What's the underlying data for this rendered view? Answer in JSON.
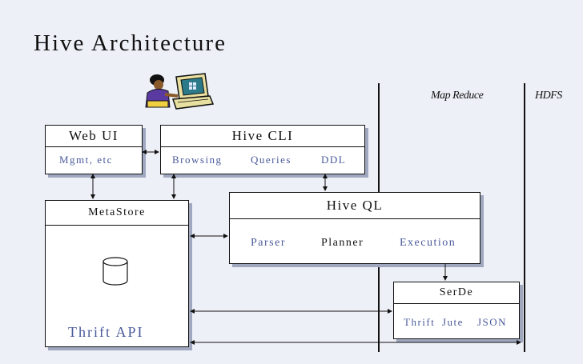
{
  "title": "Hive Architecture",
  "regions": {
    "map_reduce": "Map Reduce",
    "hdfs": "HDFS"
  },
  "web_ui": {
    "title": "Web UI",
    "items": [
      "Mgmt, etc"
    ]
  },
  "hive_cli": {
    "title": "Hive CLI",
    "items": [
      "Browsing",
      "Queries",
      "DDL"
    ]
  },
  "metastore": {
    "title": "MetaStore",
    "footer": "Thrift API"
  },
  "hive_ql": {
    "title": "Hive QL",
    "items": [
      "Parser",
      "Planner",
      "Execution"
    ]
  },
  "serde": {
    "title": "SerDe",
    "items": [
      "Thrift",
      "Jute",
      "JSON"
    ]
  },
  "colors": {
    "background": "#eef0f8",
    "accent_text": "#4a5a9a",
    "shadow": "#a0a8c0"
  },
  "icons": [
    "user-at-computer-icon",
    "database-cylinder-icon"
  ]
}
